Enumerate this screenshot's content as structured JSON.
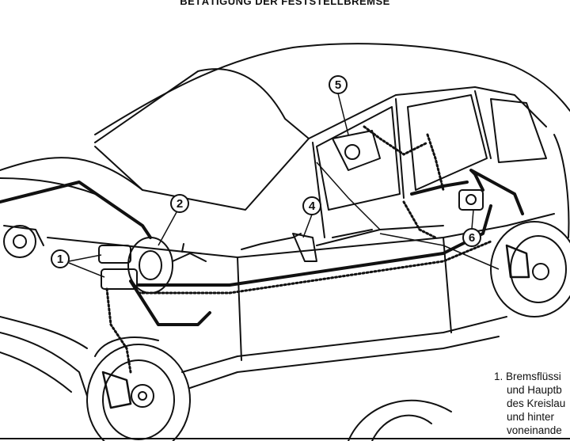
{
  "diagram": {
    "title": "BETÄTIGUNG DER FESTSTELLBREMSE",
    "callouts": [
      {
        "id": "callout-1",
        "label": "1"
      },
      {
        "id": "callout-2",
        "label": "2"
      },
      {
        "id": "callout-4",
        "label": "4"
      },
      {
        "id": "callout-5",
        "label": "5"
      },
      {
        "id": "callout-6",
        "label": "6"
      }
    ],
    "legend_lines": [
      "1. Bremsflüssi",
      "und Hauptb",
      "des Kreislau",
      "und  hinter",
      "voneinande"
    ]
  },
  "colors": {
    "ink": "#111111",
    "paper": "#ffffff"
  }
}
